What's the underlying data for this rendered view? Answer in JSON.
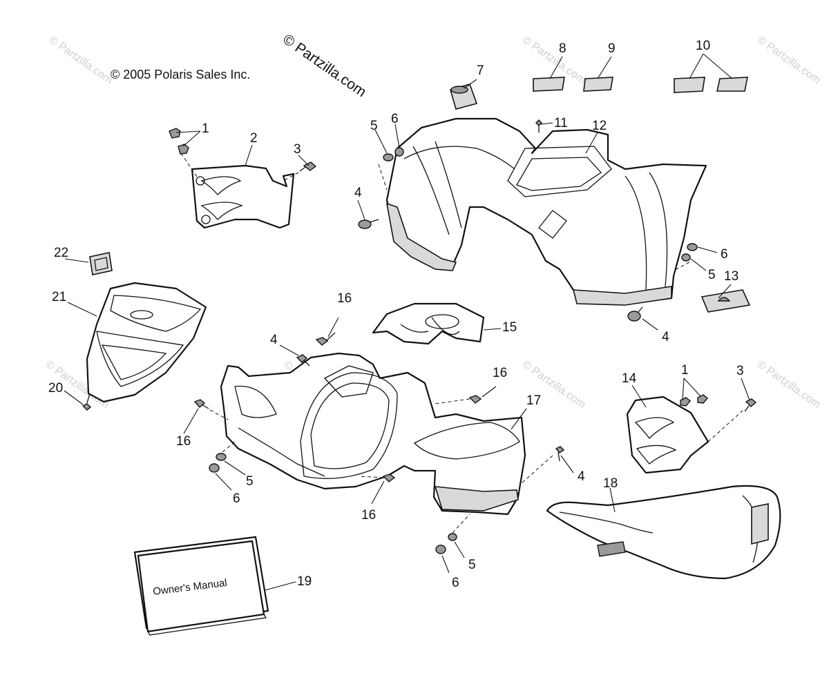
{
  "copyright": "© 2005 Polaris Sales Inc.",
  "brand_watermark": "© Partzilla.com",
  "faint_watermark": "© Partzilla.com",
  "manual_label": "Owner's Manual",
  "callouts": [
    "1",
    "2",
    "3",
    "4",
    "5",
    "6",
    "7",
    "8",
    "9",
    "10",
    "11",
    "12",
    "13",
    "14",
    "15",
    "16",
    "17",
    "18",
    "19",
    "20",
    "21",
    "22"
  ]
}
